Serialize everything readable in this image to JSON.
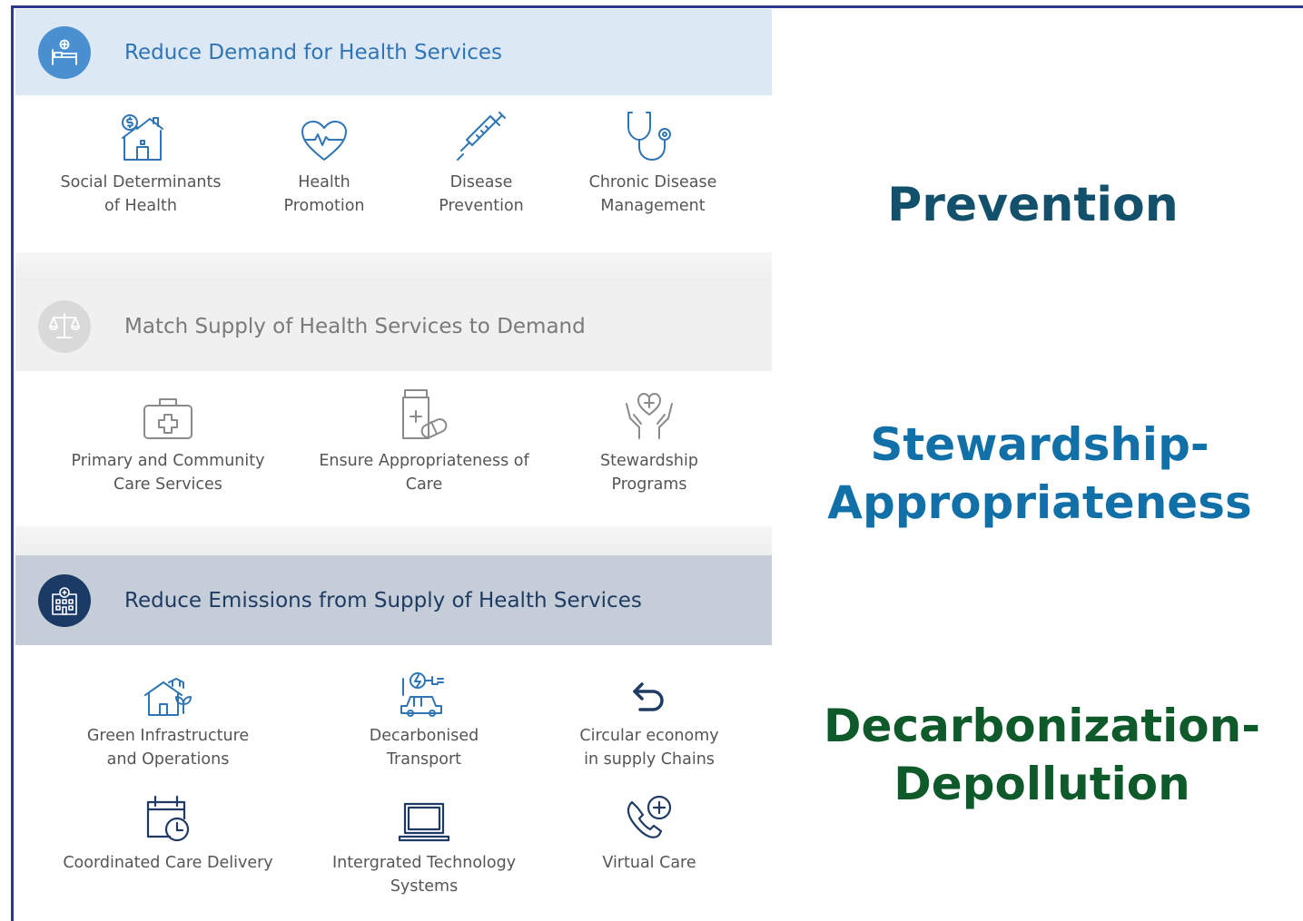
{
  "sections": {
    "demand": {
      "title": "Reduce Demand for Health Services",
      "icon": "hospital-bed-icon",
      "items": [
        {
          "label": "Social Determinants\nof Health",
          "icon": "house-dollar-icon"
        },
        {
          "label": "Health\nPromotion",
          "icon": "heartbeat-icon"
        },
        {
          "label": "Disease\nPrevention",
          "icon": "syringe-icon"
        },
        {
          "label": "Chronic Disease\nManagement",
          "icon": "stethoscope-icon"
        }
      ]
    },
    "supply": {
      "title": "Match Supply of Health Services to Demand",
      "icon": "scales-icon",
      "items": [
        {
          "label": "Primary and Community\nCare Services",
          "icon": "medical-kit-icon"
        },
        {
          "label": "Ensure Appropriateness of\nCare",
          "icon": "pill-bottle-icon"
        },
        {
          "label": "Stewardship\nPrograms",
          "icon": "hands-heart-icon"
        }
      ]
    },
    "emissions": {
      "title": "Reduce Emissions from Supply of Health Services",
      "icon": "hospital-building-icon",
      "items": [
        {
          "label": "Green Infrastructure\nand Operations",
          "icon": "green-house-icon"
        },
        {
          "label": "Decarbonised\nTransport",
          "icon": "electric-car-icon"
        },
        {
          "label": "Circular economy\nin supply Chains",
          "icon": "return-arrow-icon"
        },
        {
          "label": "Coordinated Care Delivery",
          "icon": "calendar-clock-icon"
        },
        {
          "label": "Intergrated Technology\nSystems",
          "icon": "laptop-icon"
        },
        {
          "label": "Virtual Care",
          "icon": "phone-plus-icon"
        }
      ]
    }
  },
  "side_labels": {
    "prevention": "Prevention",
    "stewardship_line1": "Stewardship-",
    "stewardship_line2": "Appropriateness",
    "decarbonization_line1": "Decarbonization-",
    "decarbonization_line2": "Depollution"
  },
  "colors": {
    "frame": "#2b3a8c",
    "icon_blue": "#2f75b5",
    "icon_gray": "#8a8a8a",
    "icon_navy": "#1f3b63",
    "prevention": "#12506b",
    "stewardship": "#1170a8",
    "decarbonization": "#0f5a2a"
  }
}
